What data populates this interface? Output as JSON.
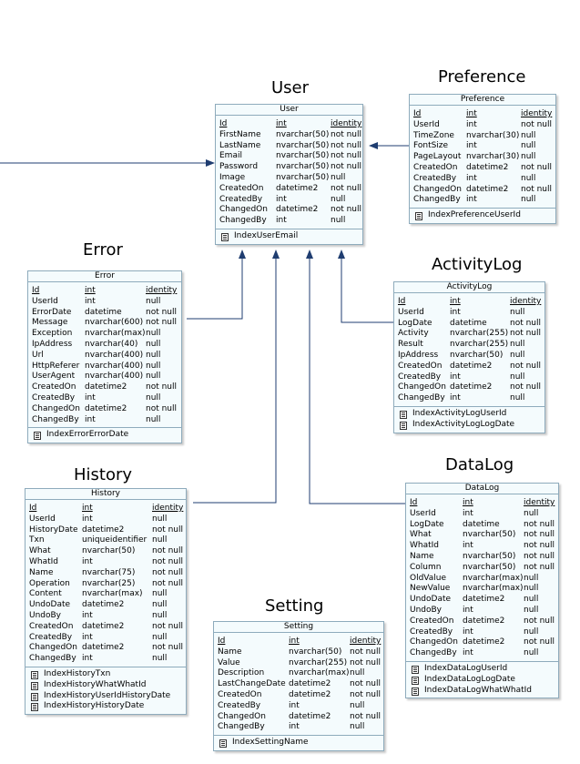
{
  "colors": {
    "line": "#1f3d70",
    "border": "#8eabbc",
    "fill": "#f4fbfd"
  },
  "entities": {
    "user": {
      "title": "User",
      "header": "User",
      "columns": {
        "name": "Id",
        "type": "int",
        "nullability": "identity"
      },
      "rows": [
        [
          "FirstName",
          "nvarchar(50)",
          "not null"
        ],
        [
          "LastName",
          "nvarchar(50)",
          "not null"
        ],
        [
          "Email",
          "nvarchar(50)",
          "not null"
        ],
        [
          "Password",
          "nvarchar(50)",
          "not null"
        ],
        [
          "Image",
          "nvarchar(50)",
          "null"
        ],
        [
          "CreatedOn",
          "datetime2",
          "not null"
        ],
        [
          "CreatedBy",
          "int",
          "null"
        ],
        [
          "ChangedOn",
          "datetime2",
          "not null"
        ],
        [
          "ChangedBy",
          "int",
          "null"
        ]
      ],
      "indexes": [
        "IndexUserEmail"
      ]
    },
    "preference": {
      "title": "Preference",
      "header": "Preference",
      "columns": {
        "name": "Id",
        "type": "int",
        "nullability": "identity"
      },
      "rows": [
        [
          "UserId",
          "int",
          "not null"
        ],
        [
          "TimeZone",
          "nvarchar(30)",
          "null"
        ],
        [
          "FontSize",
          "int",
          "null"
        ],
        [
          "PageLayout",
          "nvarchar(30)",
          "null"
        ],
        [
          "CreatedOn",
          "datetime2",
          "not null"
        ],
        [
          "CreatedBy",
          "int",
          "null"
        ],
        [
          "ChangedOn",
          "datetime2",
          "not null"
        ],
        [
          "ChangedBy",
          "int",
          "null"
        ]
      ],
      "indexes": [
        "IndexPreferenceUserId"
      ]
    },
    "error": {
      "title": "Error",
      "header": "Error",
      "columns": {
        "name": "Id",
        "type": "int",
        "nullability": "identity"
      },
      "rows": [
        [
          "UserId",
          "int",
          "null"
        ],
        [
          "ErrorDate",
          "datetime",
          "not null"
        ],
        [
          "Message",
          "nvarchar(600)",
          "not null"
        ],
        [
          "Exception",
          "nvarchar(max)",
          "null"
        ],
        [
          "IpAddress",
          "nvarchar(40)",
          "null"
        ],
        [
          "Url",
          "nvarchar(400)",
          "null"
        ],
        [
          "HttpReferer",
          "nvarchar(400)",
          "null"
        ],
        [
          "UserAgent",
          "nvarchar(400)",
          "null"
        ],
        [
          "CreatedOn",
          "datetime2",
          "not null"
        ],
        [
          "CreatedBy",
          "int",
          "null"
        ],
        [
          "ChangedOn",
          "datetime2",
          "not null"
        ],
        [
          "ChangedBy",
          "int",
          "null"
        ]
      ],
      "indexes": [
        "IndexErrorErrorDate"
      ]
    },
    "activitylog": {
      "title": "ActivityLog",
      "header": "ActivityLog",
      "columns": {
        "name": "Id",
        "type": "int",
        "nullability": "identity"
      },
      "rows": [
        [
          "UserId",
          "int",
          "null"
        ],
        [
          "LogDate",
          "datetime",
          "not null"
        ],
        [
          "Activity",
          "nvarchar(255)",
          "not null"
        ],
        [
          "Result",
          "nvarchar(255)",
          "null"
        ],
        [
          "IpAddress",
          "nvarchar(50)",
          "null"
        ],
        [
          "CreatedOn",
          "datetime2",
          "not null"
        ],
        [
          "CreatedBy",
          "int",
          "null"
        ],
        [
          "ChangedOn",
          "datetime2",
          "not null"
        ],
        [
          "ChangedBy",
          "int",
          "null"
        ]
      ],
      "indexes": [
        "IndexActivityLogUserId",
        "IndexActivityLogLogDate"
      ]
    },
    "history": {
      "title": "History",
      "header": "History",
      "columns": {
        "name": "Id",
        "type": "int",
        "nullability": "identity"
      },
      "rows": [
        [
          "UserId",
          "int",
          "null"
        ],
        [
          "HistoryDate",
          "datetime2",
          "not null"
        ],
        [
          "Txn",
          "uniqueidentifier",
          "null"
        ],
        [
          "What",
          "nvarchar(50)",
          "not null"
        ],
        [
          "WhatId",
          "int",
          "not null"
        ],
        [
          "Name",
          "nvarchar(75)",
          "not null"
        ],
        [
          "Operation",
          "nvarchar(25)",
          "not null"
        ],
        [
          "Content",
          "nvarchar(max)",
          "null"
        ],
        [
          "UndoDate",
          "datetime2",
          "null"
        ],
        [
          "UndoBy",
          "int",
          "null"
        ],
        [
          "CreatedOn",
          "datetime2",
          "not null"
        ],
        [
          "CreatedBy",
          "int",
          "null"
        ],
        [
          "ChangedOn",
          "datetime2",
          "not null"
        ],
        [
          "ChangedBy",
          "int",
          "null"
        ]
      ],
      "indexes": [
        "IndexHistoryTxn",
        "IndexHistoryWhatWhatId",
        "IndexHistoryUserIdHistoryDate",
        "IndexHistoryHistoryDate"
      ]
    },
    "datalog": {
      "title": "DataLog",
      "header": "DataLog",
      "columns": {
        "name": "Id",
        "type": "int",
        "nullability": "identity"
      },
      "rows": [
        [
          "UserId",
          "int",
          "null"
        ],
        [
          "LogDate",
          "datetime",
          "not null"
        ],
        [
          "What",
          "nvarchar(50)",
          "not null"
        ],
        [
          "WhatId",
          "int",
          "not null"
        ],
        [
          "Name",
          "nvarchar(50)",
          "not null"
        ],
        [
          "Column",
          "nvarchar(50)",
          "not null"
        ],
        [
          "OldValue",
          "nvarchar(max)",
          "null"
        ],
        [
          "NewValue",
          "nvarchar(max)",
          "null"
        ],
        [
          "UndoDate",
          "datetime2",
          "null"
        ],
        [
          "UndoBy",
          "int",
          "null"
        ],
        [
          "CreatedOn",
          "datetime2",
          "not null"
        ],
        [
          "CreatedBy",
          "int",
          "null"
        ],
        [
          "ChangedOn",
          "datetime2",
          "not null"
        ],
        [
          "ChangedBy",
          "int",
          "null"
        ]
      ],
      "indexes": [
        "IndexDataLogUserId",
        "IndexDataLogLogDate",
        "IndexDataLogWhatWhatId"
      ]
    },
    "setting": {
      "title": "Setting",
      "header": "Setting",
      "columns": {
        "name": "Id",
        "type": "int",
        "nullability": "identity"
      },
      "rows": [
        [
          "Name",
          "nvarchar(50)",
          "not null"
        ],
        [
          "Value",
          "nvarchar(255)",
          "not null"
        ],
        [
          "Description",
          "nvarchar(max)",
          "null"
        ],
        [
          "LastChangeDate",
          "datetime2",
          "not null"
        ],
        [
          "CreatedOn",
          "datetime2",
          "not null"
        ],
        [
          "CreatedBy",
          "int",
          "null"
        ],
        [
          "ChangedOn",
          "datetime2",
          "not null"
        ],
        [
          "ChangedBy",
          "int",
          "null"
        ]
      ],
      "indexes": [
        "IndexSettingName"
      ]
    }
  }
}
